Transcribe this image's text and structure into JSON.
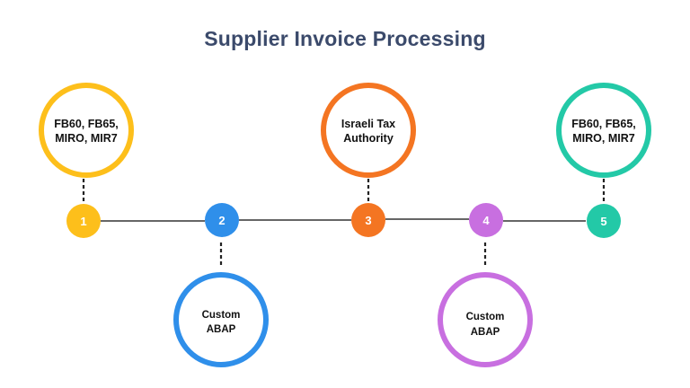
{
  "title": "Supplier Invoice Processing",
  "colors": {
    "title": "#3b4a6b",
    "yellow": "#FDBF1B",
    "blue": "#2F8FEA",
    "orange": "#F47522",
    "purple": "#C86FE0",
    "teal": "#23C9A7",
    "connector": "#333333"
  },
  "steps": [
    {
      "number": "1",
      "color": "#FDBF1B"
    },
    {
      "number": "2",
      "color": "#2F8FEA"
    },
    {
      "number": "3",
      "color": "#F47522"
    },
    {
      "number": "4",
      "color": "#C86FE0"
    },
    {
      "number": "5",
      "color": "#23C9A7"
    }
  ],
  "boxes": [
    {
      "step": "1",
      "lines": [
        "FB60, FB65,",
        "MIRO, MIR7"
      ],
      "color": "#FDBF1B"
    },
    {
      "step": "2",
      "lines": [
        "Custom",
        "ABAP"
      ],
      "color": "#2F8FEA"
    },
    {
      "step": "3",
      "lines": [
        "Israeli Tax",
        "Authority"
      ],
      "color": "#F47522"
    },
    {
      "step": "4",
      "lines": [
        "Custom",
        "ABAP"
      ],
      "color": "#C86FE0"
    },
    {
      "step": "5",
      "lines": [
        "FB60, FB65,",
        "MIRO, MIR7"
      ],
      "color": "#23C9A7"
    }
  ]
}
